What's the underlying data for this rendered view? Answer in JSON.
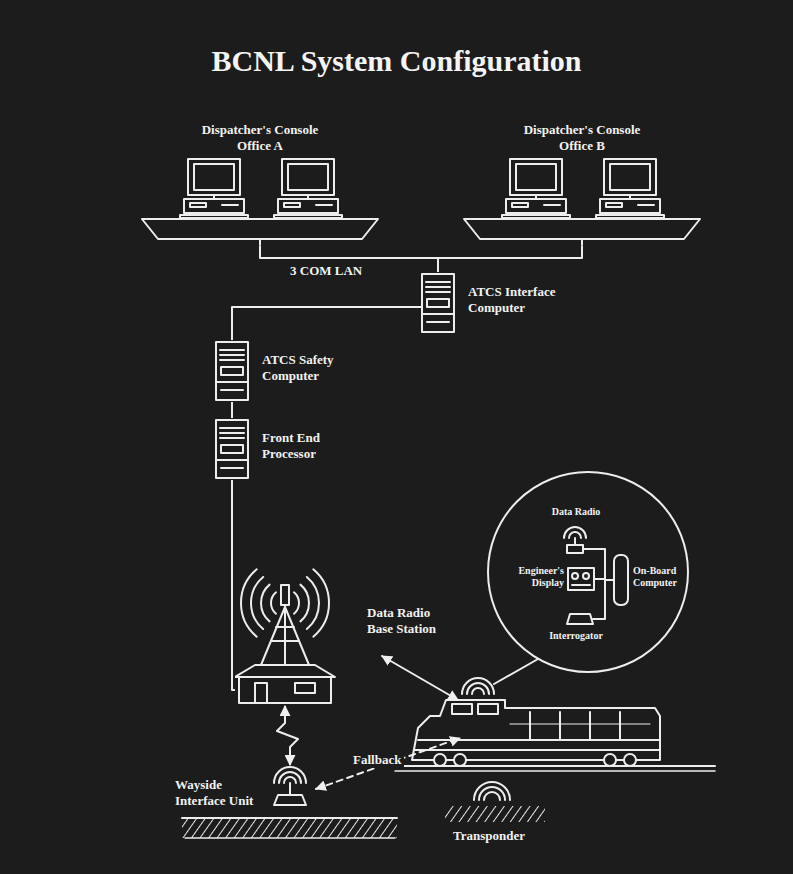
{
  "diagram": {
    "title": "BCNL System Configuration",
    "nodes": [
      {
        "text": [
          "Dispatcher's Console Office A"
        ]
      },
      {
        "text": [
          "Dispatcher's Console Office B"
        ]
      },
      {
        "text": [
          "ATCS Interface Computer"
        ]
      },
      {
        "text": [
          "ATCS Safety Computer"
        ]
      },
      {
        "text": [
          "Front End Processor"
        ]
      },
      {
        "text": [
          "Data Radio Base Station"
        ]
      },
      {
        "text": [
          "Wayside Interface Unit"
        ]
      }
    ],
    "edges": [
      {
        "from": 0,
        "to": 2,
        "arrow": "none"
      },
      {
        "from": 1,
        "to": 2,
        "arrow": "none"
      },
      {
        "from": 2,
        "to": 3,
        "arrow": "none"
      },
      {
        "from": 3,
        "to": 4,
        "arrow": "none"
      },
      {
        "from": 4,
        "to": 5,
        "arrow": "none"
      },
      {
        "from": 5,
        "to": 6,
        "arrow": "both"
      }
    ],
    "labels": [
      "3 COM LAN",
      "Fallback",
      "Data Radio",
      "Engineer's Display",
      "On-Board Computer",
      "Interrogator",
      "Transponder"
    ]
  }
}
